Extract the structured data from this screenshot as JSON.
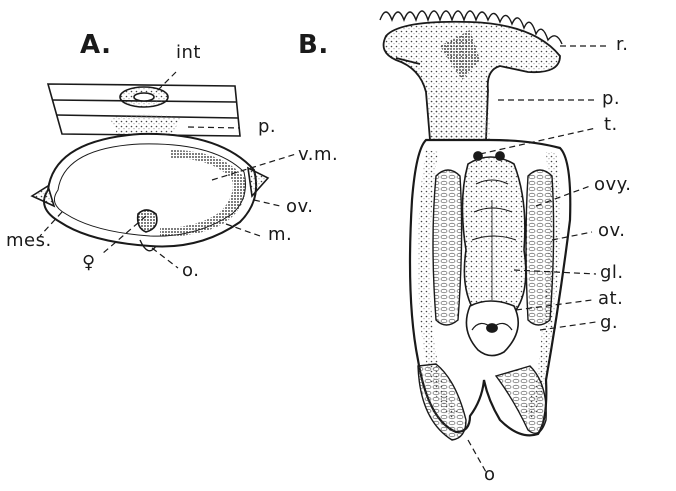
{
  "figure_a": {
    "title": "A.",
    "labels": {
      "int": "int",
      "p": "p.",
      "vm": "v.m.",
      "ov": "ov.",
      "m": "m.",
      "mes": "mes.",
      "female": "♀",
      "o": "o."
    }
  },
  "figure_b": {
    "title": "B.",
    "labels": {
      "r": "r.",
      "p": "p.",
      "t": "t.",
      "ovy": "ovy.",
      "ov": "ov.",
      "gl": "gl.",
      "at": "at.",
      "g": "g.",
      "o": "o"
    }
  },
  "colors": {
    "ink": "#1a1a1a",
    "stipple": "#555555",
    "paper": "#ffffff"
  }
}
